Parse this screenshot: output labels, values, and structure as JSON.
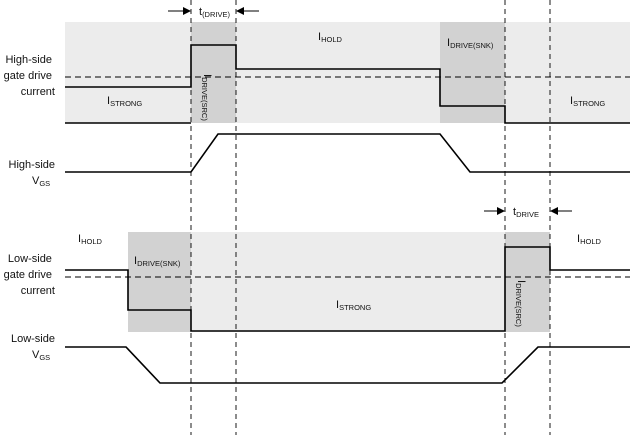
{
  "colors": {
    "light_region": "#ececec",
    "dark_region": "#d2d2d2",
    "trace": "#000000",
    "text": "#111111"
  },
  "signal_labels": {
    "hs_gate": [
      "High-side",
      "gate drive",
      "current"
    ],
    "hs_vgs": {
      "line1": "High-side",
      "main": "V",
      "sub": "GS"
    },
    "ls_gate": [
      "Low-side",
      "gate drive",
      "current"
    ],
    "ls_vgs": {
      "line1": "Low-side",
      "main": "V",
      "sub": "GS"
    }
  },
  "region_labels": {
    "hs_hold": {
      "main": "I",
      "sub": "HOLD"
    },
    "hs_strong_left": {
      "main": "I",
      "sub": "STRONG"
    },
    "hs_strong_right": {
      "main": "I",
      "sub": "STRONG"
    },
    "hs_drive_snk": {
      "main": "I",
      "sub": "DRIVE(SNK)"
    },
    "hs_drive_src": {
      "main": "I",
      "sub": "DRIVE(SRC)"
    },
    "ls_hold_left": {
      "main": "I",
      "sub": "HOLD"
    },
    "ls_hold_right": {
      "main": "I",
      "sub": "HOLD"
    },
    "ls_drive_snk": {
      "main": "I",
      "sub": "DRIVE(SNK)"
    },
    "ls_strong": {
      "main": "I",
      "sub": "STRONG"
    },
    "ls_drive_src": {
      "main": "I",
      "sub": "DRIVE(SRC)"
    }
  },
  "timing_labels": {
    "t_drive_top": {
      "main": "t",
      "sub": "(DRIVE)"
    },
    "t_drive_bottom": {
      "main": "t",
      "sub": "DRIVE"
    }
  }
}
